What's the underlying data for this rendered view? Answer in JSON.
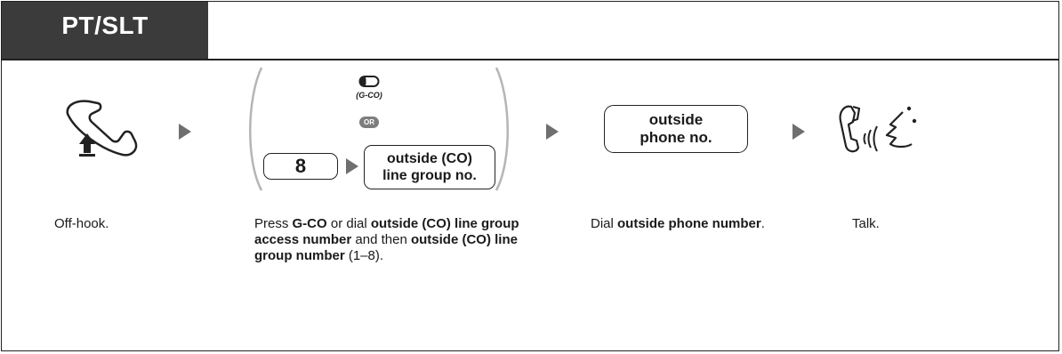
{
  "header": {
    "title": "PT/SLT"
  },
  "steps": [
    {
      "icon": "off-hook-handset-icon",
      "caption": [
        {
          "t": "Off-hook.",
          "b": false
        }
      ]
    },
    {
      "gco_label": "(G-CO)",
      "or_label": "OR",
      "key_8": "8",
      "box_lines": [
        "outside (CO)",
        "line group no."
      ],
      "caption": [
        {
          "t": "Press ",
          "b": false
        },
        {
          "t": "G-CO",
          "b": true
        },
        {
          "t": " or dial ",
          "b": false
        },
        {
          "t": "outside (CO) line group access number",
          "b": true
        },
        {
          "t": " and then ",
          "b": false
        },
        {
          "t": "outside (CO) line group number",
          "b": true
        },
        {
          "t": " (1–8).",
          "b": false
        }
      ]
    },
    {
      "box_lines": [
        "outside",
        "phone no."
      ],
      "caption": [
        {
          "t": "Dial ",
          "b": false
        },
        {
          "t": "outside phone number",
          "b": true
        },
        {
          "t": ".",
          "b": false
        }
      ]
    },
    {
      "icon": "talk-icon",
      "caption": [
        {
          "t": "Talk.",
          "b": false
        }
      ]
    }
  ],
  "colors": {
    "header_bg": "#3b3b3b",
    "arrow": "#6f6f6f",
    "bracket": "#b5b5b5",
    "or_badge": "#7d7d7d"
  }
}
